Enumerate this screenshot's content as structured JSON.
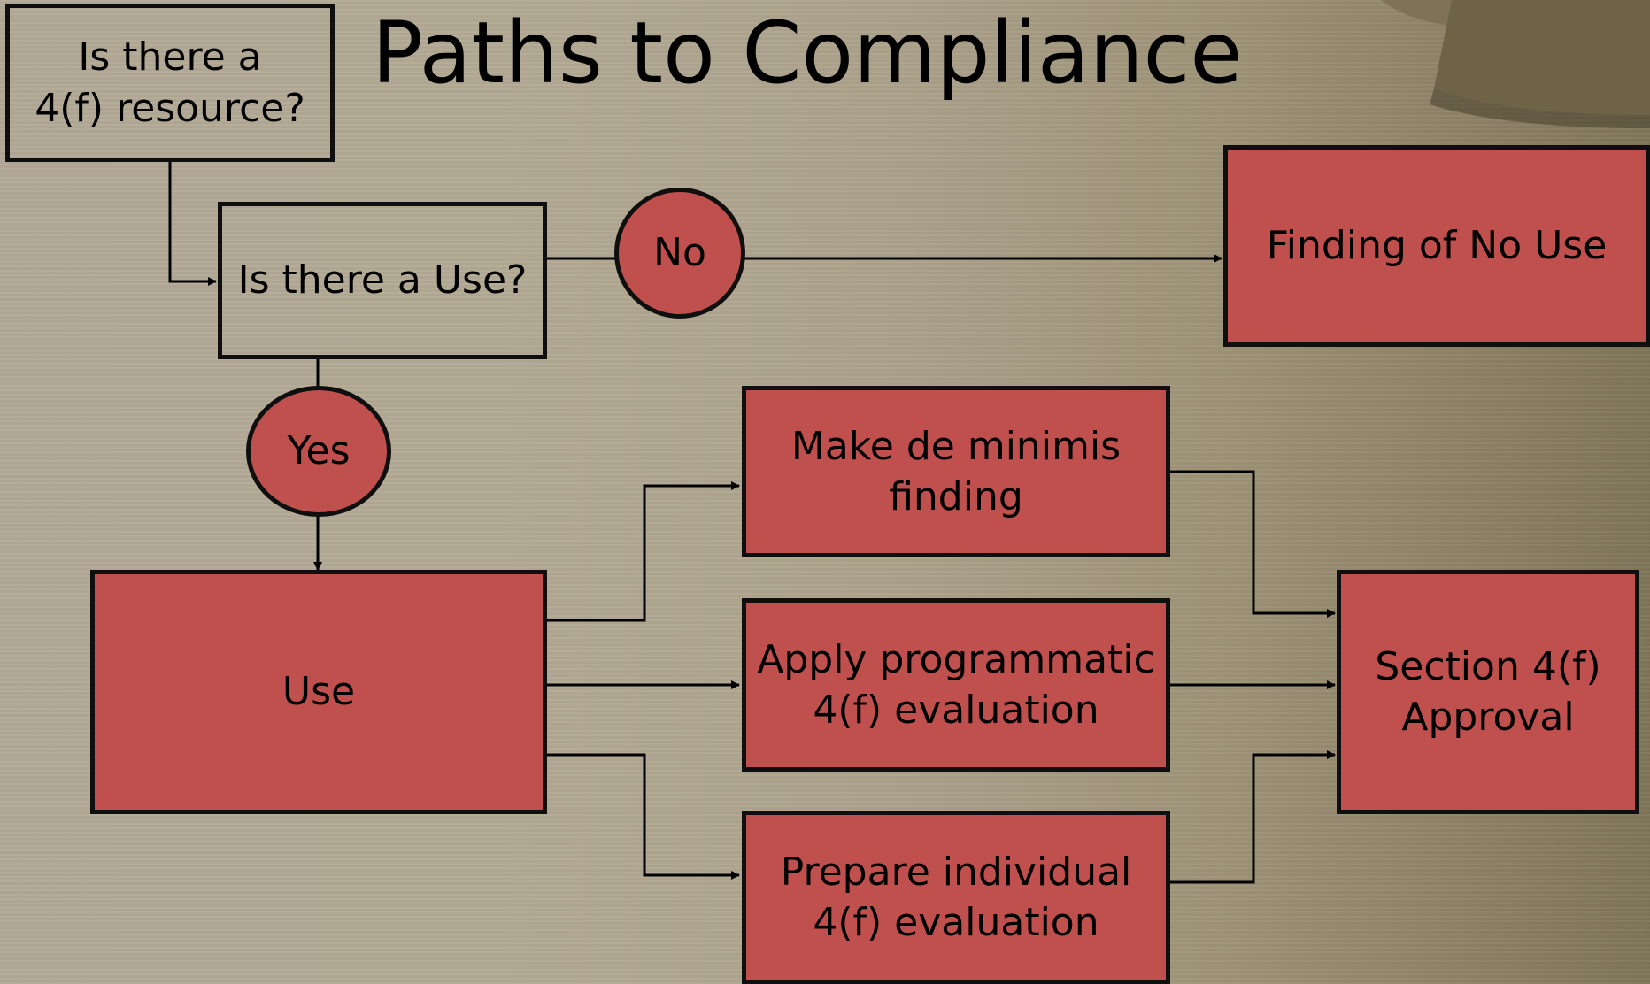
{
  "title": "Paths to Compliance",
  "colors": {
    "node_fill": "#c0504d",
    "border": "#0f0f0f",
    "background": "#b2a996"
  },
  "nodes": {
    "resource_question": "Is there a\n4(f) resource?",
    "use_question": "Is there a Use?",
    "no_label": "No",
    "yes_label": "Yes",
    "finding_of_no_use": "Finding of No Use",
    "use": "Use",
    "de_minimis": "Make de minimis\nfinding",
    "programmatic": "Apply programmatic\n4(f) evaluation",
    "individual": "Prepare individual\n4(f) evaluation",
    "approval": "Section 4(f)\nApproval"
  }
}
